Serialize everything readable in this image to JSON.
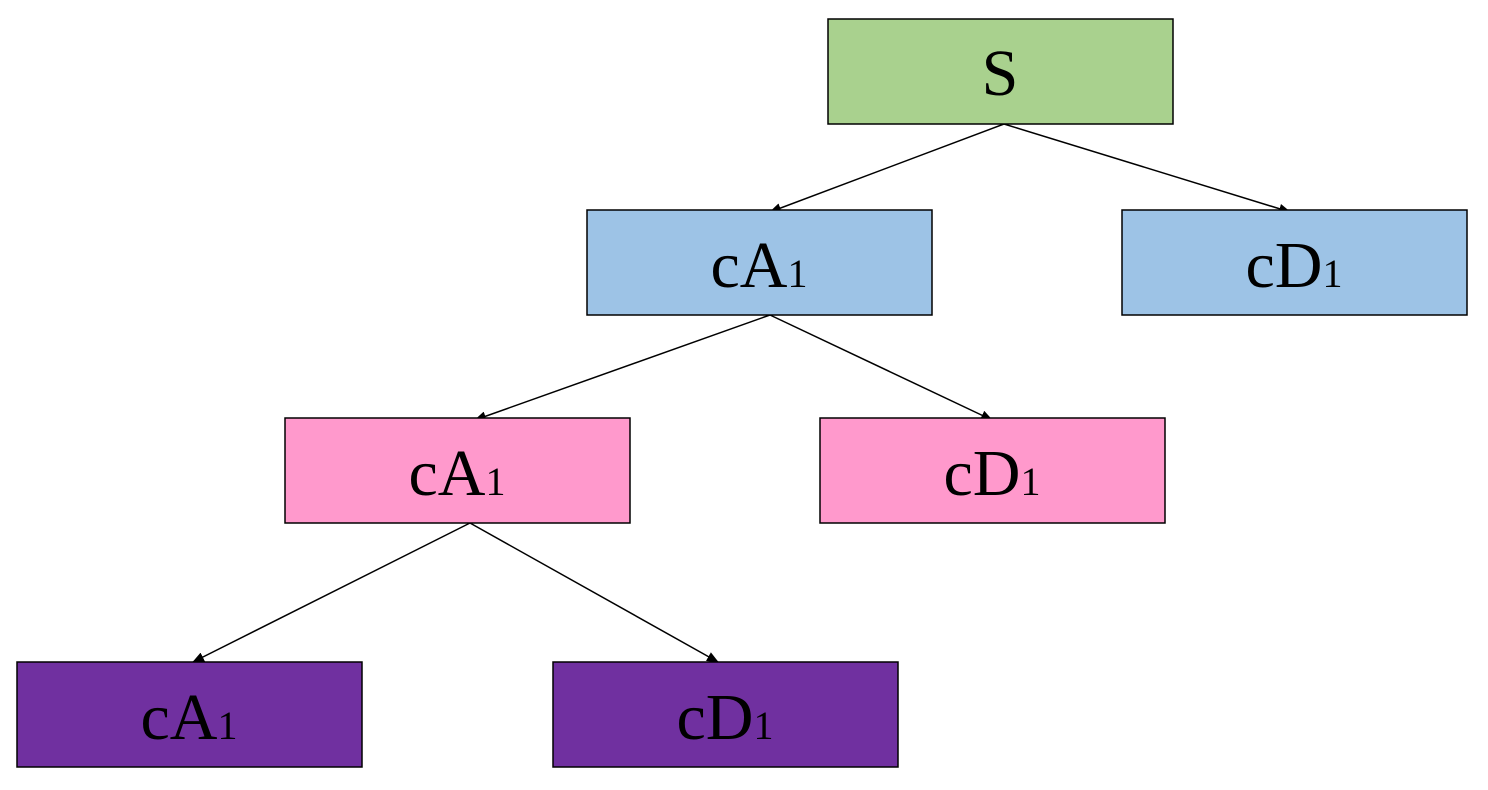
{
  "colors": {
    "level0": "#a9d18e",
    "level1": "#9dc3e6",
    "level2": "#ff99cc",
    "level3": "#7030a0",
    "line": "#000000"
  },
  "nodes": {
    "root": {
      "label": "S",
      "sub": ""
    },
    "l1_a": {
      "label": "cA",
      "sub": "1"
    },
    "l1_d": {
      "label": "cD",
      "sub": "1"
    },
    "l2_a": {
      "label": "cA",
      "sub": "1"
    },
    "l2_d": {
      "label": "cD",
      "sub": "1"
    },
    "l3_a": {
      "label": "cA",
      "sub": "1"
    },
    "l3_d": {
      "label": "cD",
      "sub": "1"
    }
  },
  "edges": [
    {
      "from": "root",
      "to": "l1_a"
    },
    {
      "from": "root",
      "to": "l1_d"
    },
    {
      "from": "l1_a",
      "to": "l2_a"
    },
    {
      "from": "l1_a",
      "to": "l2_d"
    },
    {
      "from": "l2_a",
      "to": "l3_a"
    },
    {
      "from": "l2_a",
      "to": "l3_d"
    }
  ]
}
